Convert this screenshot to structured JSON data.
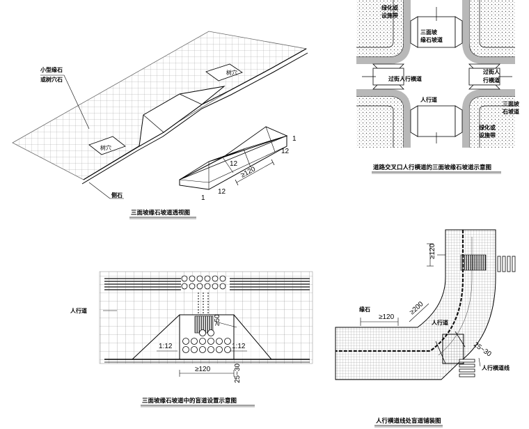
{
  "panels": {
    "perspective": {
      "caption": "三面坡缘石坡道透视图",
      "label_small_curb": "小型缘石",
      "label_or_tree_pit": "或树穴石",
      "label_tree_pit": "树穴",
      "label_curb": "侧石",
      "dim_12_a": "12",
      "dim_12_b": "12",
      "dim_12_c": "12",
      "dim_1_a": "1",
      "dim_1_b": "1",
      "dim_120": "≥120"
    },
    "intersection": {
      "caption": "道路交叉口人行横道的三面坡缘石坡道示意图",
      "label_green_top_1": "绿化或",
      "label_green_top_2": "设施带",
      "label_three_slope_1": "三面坡",
      "label_three_slope_2": "缘石坡道",
      "label_crossing": "过街人行横道",
      "label_crossing_r1": "过街人",
      "label_crossing_r2": "行横道",
      "label_sidewalk": "人行道",
      "label_three_r1": "三面坡",
      "label_three_r2": "石坡道",
      "label_green_bot_1": "绿化或",
      "label_green_bot_2": "设施带"
    },
    "tactile": {
      "caption": "三面坡缘石坡道中的盲道设置示意图",
      "label_sidewalk": "人行道",
      "dim_slope_left": "1:12",
      "dim_slope_right": "1:12",
      "dim_120": "≥120",
      "dim_25_30": "25~30",
      "dim_50": "≥50"
    },
    "crosswalk": {
      "caption": "人行横道线处盲道铺装图",
      "label_curb": "缘石",
      "label_sidewalk": "人行道",
      "label_crossing_line": "人行横道线",
      "dim_120_top": "≥120",
      "dim_120_left": "≥120",
      "dim_200": "≥200",
      "dim_25_30": "25~30"
    }
  }
}
